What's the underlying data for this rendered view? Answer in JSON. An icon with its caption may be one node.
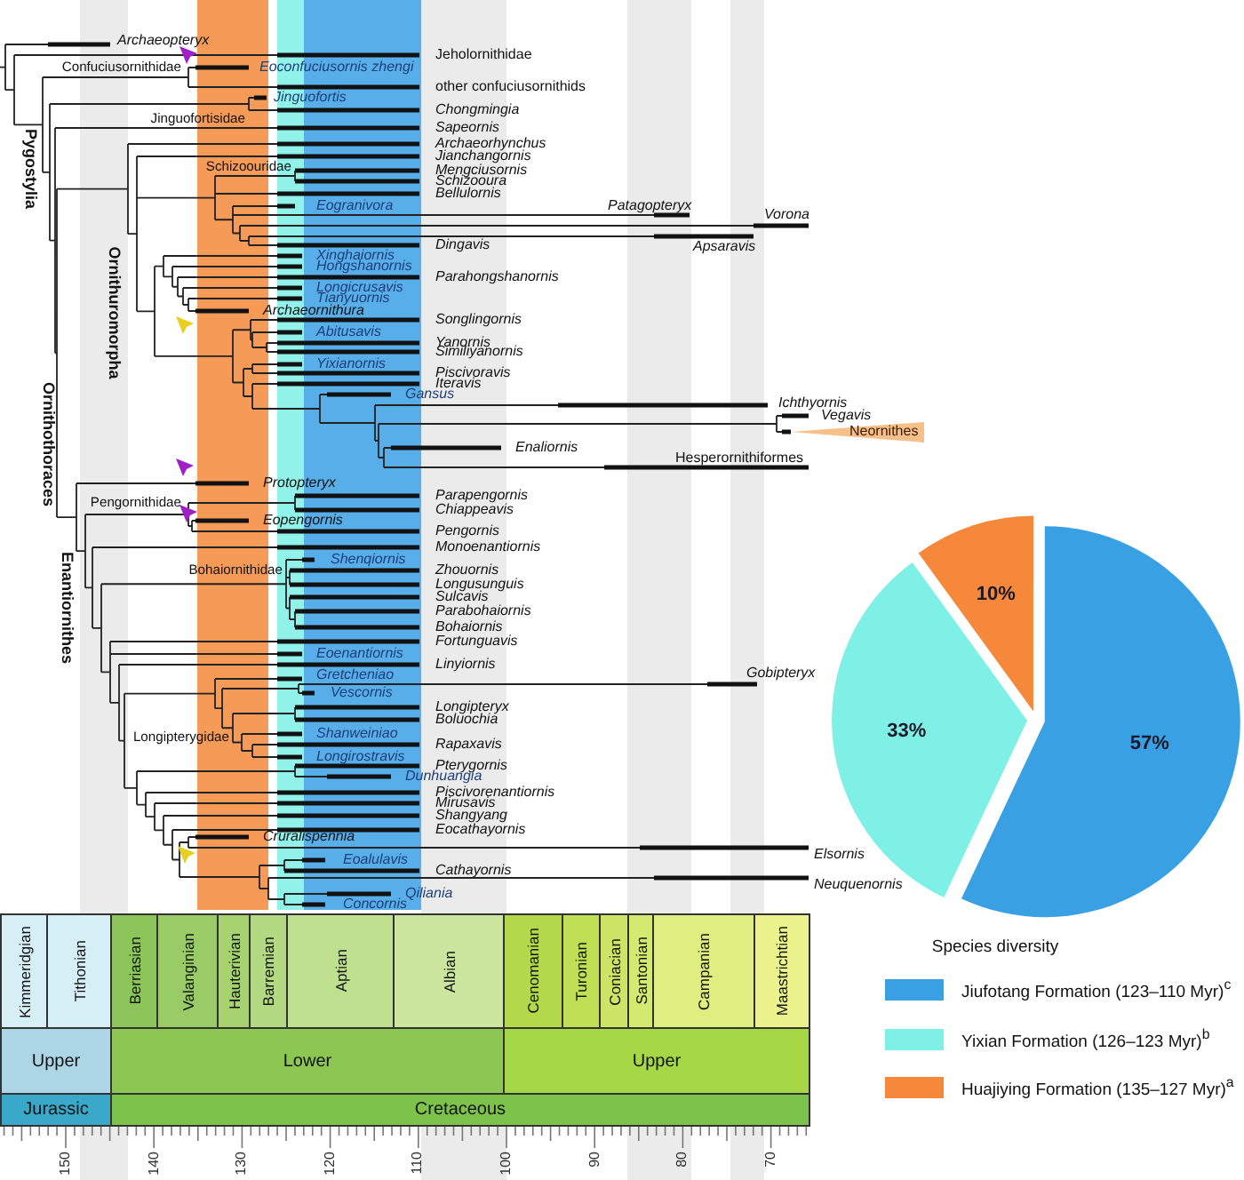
{
  "diagram": {
    "labels": [
      "Pygostylia",
      "Ornithuromorpha",
      "Ornithothoraces",
      "Enantiornithes",
      "Archaeopteryx",
      "Jeholornithidae",
      "Confuciusornithidae",
      "Eoconfuciusornis zhengi",
      "other confuciusornithids",
      "Jinguofortis",
      "Chongmingia",
      "Jinguofortisidae",
      "Sapeornis",
      "Archaeorhynchus",
      "Jianchangornis",
      "Schizoouridae",
      "Mengciusornis",
      "Schizooura",
      "Bellulornis",
      "Eogranivora",
      "Patagopteryx",
      "Vorona",
      "Dingavis",
      "Apsaravis",
      "Xinghaiornis",
      "Hongshanornis",
      "Parahongshanornis",
      "Longicrusavis",
      "Tianyuornis",
      "Archaeornithura",
      "Songlingornis",
      "Abitusavis",
      "Yanornis",
      "Similiyanornis",
      "Yixianornis",
      "Piscivoravis",
      "Iteravis",
      "Gansus",
      "Ichthyornis",
      "Vegavis",
      "Neornithes",
      "Enaliornis",
      "Hesperornithiformes",
      "Protopteryx",
      "Pengornithidae",
      "Parapengornis",
      "Chiappeavis",
      "Eopengornis",
      "Pengornis",
      "Monoenantiornis",
      "Shenqiornis",
      "Bohaiornithidae",
      "Zhouornis",
      "Longusunguis",
      "Sulcavis",
      "Parabohaiornis",
      "Bohaiornis",
      "Fortunguavis",
      "Eoenantiornis",
      "Linyiornis",
      "Gretcheniao",
      "Gobipteryx",
      "Vescornis",
      "Longipteryx",
      "Boluochia",
      "Longipterygidae",
      "Shanweiniao",
      "Rapaxavis",
      "Longirostravis",
      "Pterygornis",
      "Dunhuangia",
      "Piscivorenantiornis",
      "Mirusavis",
      "Shangyang",
      "Eocathayornis",
      "Cruralispennia",
      "Eoalulavis",
      "Elsornis",
      "Cathayornis",
      "Neuquenornis",
      "Qiliania",
      "Concornis",
      "Kimmeridgian",
      "Tithonian",
      "Berriasian",
      "Valanginian",
      "Hauterivian",
      "Barremian",
      "Aptian",
      "Albian",
      "Cenomanian",
      "Turonian",
      "Coniacian",
      "Santonian",
      "Campanian",
      "Maastrichtian",
      "Upper",
      "Lower",
      "Upper",
      "Jurassic",
      "Cretaceous",
      "150",
      "140",
      "130",
      "120",
      "110",
      "100",
      "90",
      "80",
      "70"
    ],
    "legend": [
      {
        "text": "Jiufotang Formation (123–110 Myr)$^{c}$",
        "color": "#3aa0e4"
      },
      {
        "text": "Yixian Formation (126–123 Myr)$^{b}$",
        "color": "#7ef0e6"
      },
      {
        "text": "Huajiying Formation (135–127 Myr)$^{a}$",
        "color": "#f5883a"
      }
    ],
    "chart_data": {
      "type": "pie",
      "title": "Species diversity",
      "values": [
        57,
        33,
        10
      ],
      "value_labels": [
        "57%",
        "33%",
        "10%"
      ]
    }
  }
}
